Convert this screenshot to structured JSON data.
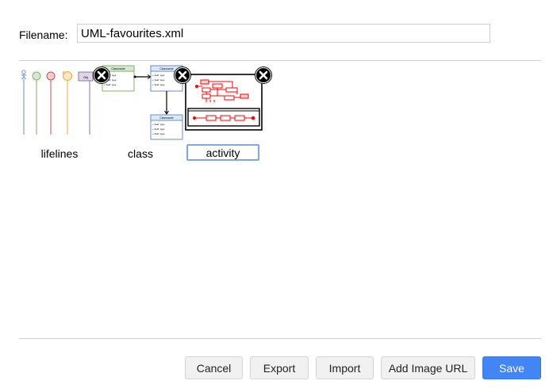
{
  "dialog": {
    "filename_label": "Filename:",
    "filename_value": "UML-favourites.xml"
  },
  "library": {
    "items": [
      {
        "label": "lifelines",
        "editing": false,
        "thumb": "lifelines-diagram-icon"
      },
      {
        "label": "class",
        "editing": false,
        "thumb": "class-diagram-icon"
      },
      {
        "label": "activity",
        "editing": true,
        "thumb": "activity-diagram-icon"
      }
    ],
    "thumb_text": {
      "classname": "Classname",
      "field": "+ field: type",
      "obj": "Obj"
    }
  },
  "buttons": {
    "cancel": "Cancel",
    "export": "Export",
    "import": "Import",
    "add_image_url": "Add Image URL",
    "save": "Save"
  },
  "colors": {
    "primary": "#4285f4",
    "thumb_blue": "#6c8ebf",
    "thumb_green": "#82b366",
    "thumb_red": "#ff0000",
    "thumb_orange": "#f2a93b",
    "thumb_purple": "#9673a6"
  }
}
